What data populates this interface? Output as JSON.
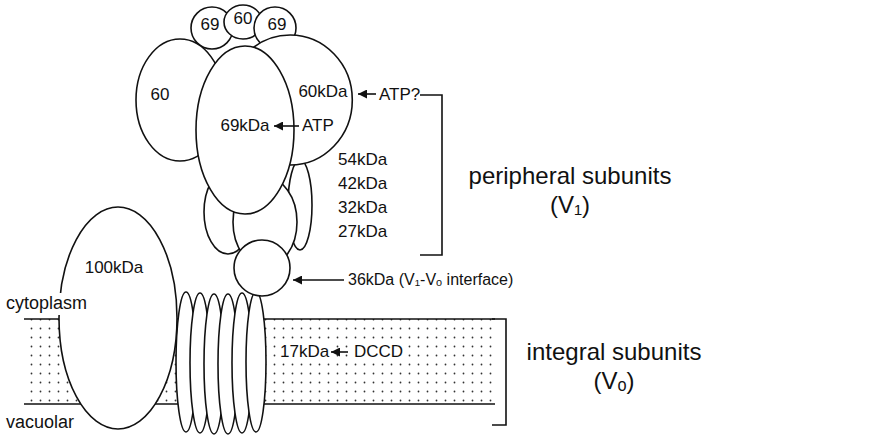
{
  "diagram": {
    "nodes": [
      {
        "text": [
          "69"
        ]
      },
      {
        "text": [
          "60"
        ]
      },
      {
        "text": [
          "69"
        ]
      },
      {
        "text": [
          "60"
        ]
      },
      {
        "text": [
          "60kDa"
        ]
      },
      {
        "text": [
          "69kDa"
        ]
      },
      {
        "text": [
          "100kDa"
        ]
      }
    ],
    "labels": [
      "ATP?",
      "ATP",
      "54kDa",
      "42kDa",
      "32kDa",
      "27kDa",
      "peripheral subunits (V₁)",
      "36kDa (V₁-Vₒ interface)",
      "cytoplasm",
      "17kDa",
      "DCCD",
      "integral subunits (Vₒ)",
      "vacuolar"
    ]
  }
}
